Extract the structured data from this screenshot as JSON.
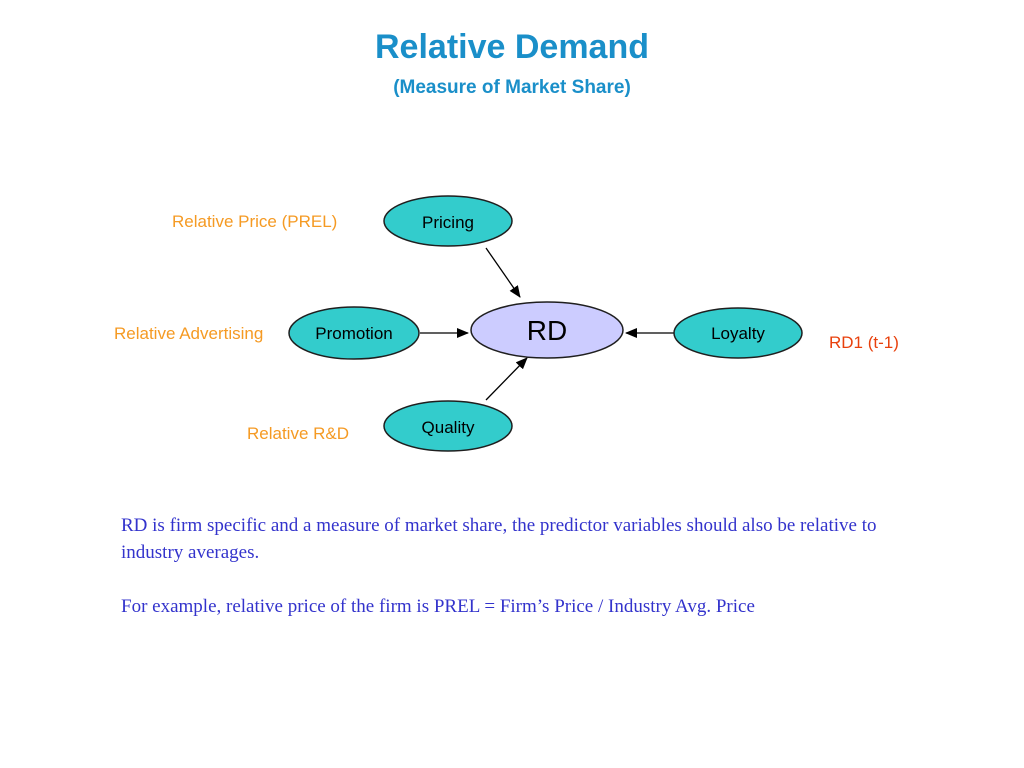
{
  "slide": {
    "title": "Relative Demand",
    "subtitle": "(Measure of Market Share)"
  },
  "diagram": {
    "center": "RD",
    "nodes": {
      "pricing": "Pricing",
      "promotion": "Promotion",
      "quality": "Quality",
      "loyalty": "Loyalty"
    },
    "labels": {
      "pricing": "Relative Price (PREL)",
      "promotion": "Relative Advertising",
      "quality": "Relative R&D",
      "loyalty": "RD1 (t-1)"
    },
    "colors": {
      "node_fill": "#33cccc",
      "center_fill": "#ccccff",
      "label_orange": "#f59a23",
      "label_red": "#e8400c"
    }
  },
  "body": {
    "paragraph1": "RD is firm specific  and a measure of market share, the predictor variables should also be relative to industry averages.",
    "paragraph2": "For example, relative price of the firm is   PREL = Firm’s Price / Industry Avg. Price"
  }
}
